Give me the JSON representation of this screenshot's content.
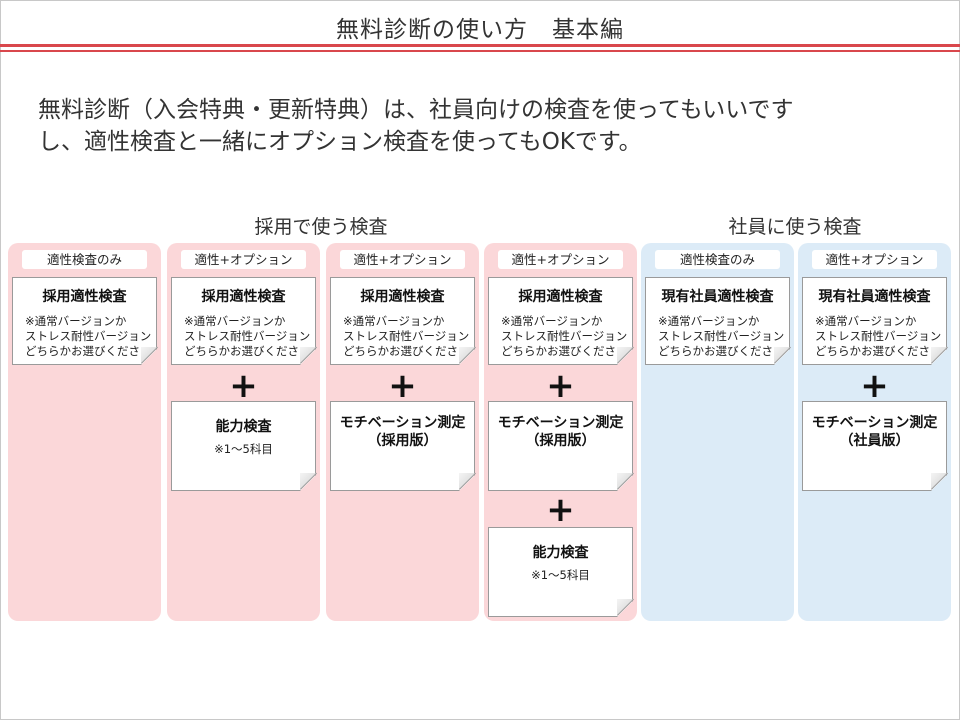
{
  "title": "無料診断の使い方　基本編",
  "intro_lines": [
    "無料診断（入会特典・更新特典）は、社員向けの検査を使ってもいいです",
    "し、適性検査と一緒にオプション検査を使ってもOKです。"
  ],
  "groups": [
    {
      "label": "採用で使う検査"
    },
    {
      "label": "社員に使う検査"
    }
  ],
  "note_lines": [
    "※通常バージョンか",
    "ストレス耐性バージョン",
    "どちらかお選びください"
  ],
  "plus_symbol": "+",
  "columns": [
    {
      "tag": "適性検査のみ",
      "card1_title": "採用適性検査",
      "color": "#fbd7d9"
    },
    {
      "tag": "適性+オプション",
      "card1_title": "採用適性検査",
      "card2_title": "能力検査",
      "card2_note": "※1～5科目",
      "color": "#fbd7d9"
    },
    {
      "tag": "適性+オプション",
      "card1_title": "採用適性検査",
      "card2_title_lines": [
        "モチベーション測定",
        "（採用版）"
      ],
      "color": "#fbd7d9"
    },
    {
      "tag": "適性+オプション",
      "card1_title": "採用適性検査",
      "card2_title_lines": [
        "モチベーション測定",
        "（採用版）"
      ],
      "card3_title": "能力検査",
      "card3_note": "※1～5科目",
      "color": "#fbd7d9"
    },
    {
      "tag": "適性検査のみ",
      "card1_title": "現有社員適性検査",
      "color": "#dcebf7"
    },
    {
      "tag": "適性+オプション",
      "card1_title": "現有社員適性検査",
      "card2_title_lines": [
        "モチベーション測定",
        "（社員版）"
      ],
      "color": "#dcebf7"
    }
  ]
}
